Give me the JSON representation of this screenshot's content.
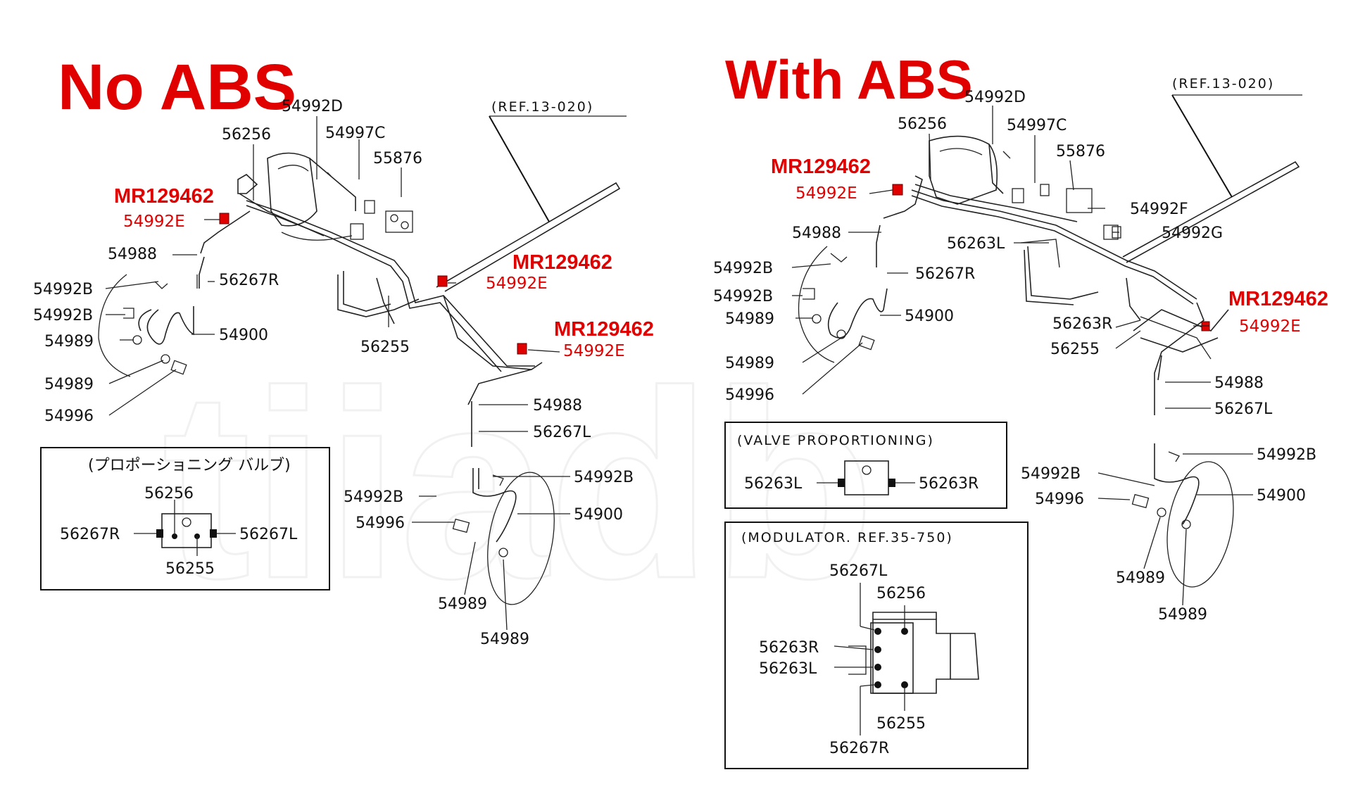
{
  "watermark": "tiiadb",
  "left": {
    "title": "No ABS",
    "ref": "(REF.13-020)",
    "inset_title": "(プロポーショニング バルブ)",
    "mr1": "MR129462",
    "mr1_code": "54992E",
    "mr2": "MR129462",
    "mr2_code": "54992E",
    "mr3": "MR129462",
    "mr3_code": "54992E",
    "p_54992D": "54992D",
    "p_56256": "56256",
    "p_54997C": "54997C",
    "p_55876": "55876",
    "p_54988": "54988",
    "p_56267R": "56267R",
    "p_54992B_1": "54992B",
    "p_54992B_2": "54992B",
    "p_54900": "54900",
    "p_54989_1": "54989",
    "p_54989_2": "54989",
    "p_54996": "54996",
    "p_56255": "56255",
    "p_54988_r": "54988",
    "p_56267L": "56267L",
    "p_54992B_r1": "54992B",
    "p_54992B_r2": "54992B",
    "p_54996_r": "54996",
    "p_54900_r": "54900",
    "p_54989_r1": "54989",
    "p_54989_r2": "54989",
    "inset_56256": "56256",
    "inset_56267R": "56267R",
    "inset_56267L": "56267L",
    "inset_56255": "56255"
  },
  "right": {
    "title": "With ABS",
    "ref": "(REF.13-020)",
    "mr1": "MR129462",
    "mr1_code": "54992E",
    "mr2": "MR129462",
    "mr2_code": "54992E",
    "p_54992D": "54992D",
    "p_56256": "56256",
    "p_54997C": "54997C",
    "p_55876": "55876",
    "p_54992F": "54992F",
    "p_54992G": "54992G",
    "p_56263L": "56263L",
    "p_54988": "54988",
    "p_56267R": "56267R",
    "p_54992B_1": "54992B",
    "p_54992B_2": "54992B",
    "p_54989_1": "54989",
    "p_54900": "54900",
    "p_54989_2": "54989",
    "p_54996": "54996",
    "p_56263R": "56263R",
    "p_56255": "56255",
    "p_54988_r": "54988",
    "p_56267L": "56267L",
    "p_54992B_r1": "54992B",
    "p_54992B_r2": "54992B",
    "p_54996_r": "54996",
    "p_54900_r": "54900",
    "p_54989_r1": "54989",
    "p_54989_r2": "54989",
    "valve_title": "(VALVE PROPORTIONING)",
    "valve_56263L": "56263L",
    "valve_56263R": "56263R",
    "mod_title": "(MODULATOR. REF.35-750)",
    "mod_56267L": "56267L",
    "mod_56256": "56256",
    "mod_56263R": "56263R",
    "mod_56263L": "56263L",
    "mod_56255": "56255",
    "mod_56267R": "56267R"
  }
}
